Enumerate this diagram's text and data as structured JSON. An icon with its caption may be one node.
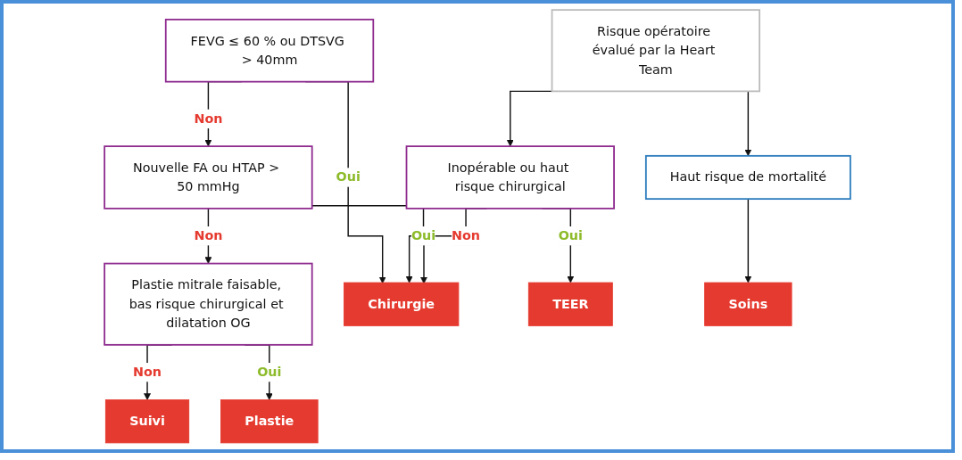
{
  "diagram": {
    "nodes": [
      {
        "text": [
          "FEVG ≤ 60 % ou DTSVG > 40mm"
        ]
      },
      {
        "text": [
          "Risque opératoire évalué par la Heart Team"
        ]
      },
      {
        "text": [
          "Nouvelle FA ou HTAP > 50 mmHg"
        ]
      },
      {
        "text": [
          "Inopérable ou haut risque chirurgical"
        ]
      },
      {
        "text": [
          "Haut risque de mortalité"
        ]
      },
      {
        "text": [
          "Plastie mitrale faisable, bas risque chirurgical et dilatation OG"
        ]
      },
      {
        "text": [
          "Suivi"
        ]
      },
      {
        "text": [
          "Plastie"
        ]
      },
      {
        "text": [
          "Chirurgie"
        ]
      },
      {
        "text": [
          "TEER"
        ]
      },
      {
        "text": [
          "Soins"
        ]
      }
    ],
    "edges": [
      {
        "from": 0,
        "to": 2,
        "arrow": "to",
        "label": "Non"
      },
      {
        "from": 0,
        "to": 8,
        "arrow": "to",
        "label": "Oui"
      },
      {
        "from": 1,
        "to": 3,
        "arrow": "to"
      },
      {
        "from": 1,
        "to": 4,
        "arrow": "to"
      },
      {
        "from": 2,
        "to": 8,
        "arrow": "to",
        "label": "Oui"
      },
      {
        "from": 2,
        "to": 5,
        "arrow": "to",
        "label": "Non"
      },
      {
        "from": 3,
        "to": 8,
        "arrow": "to",
        "label": "Non"
      },
      {
        "from": 3,
        "to": 9,
        "arrow": "to",
        "label": "Oui"
      },
      {
        "from": 4,
        "to": 10,
        "arrow": "to"
      },
      {
        "from": 5,
        "to": 6,
        "arrow": "to",
        "label": "Non"
      },
      {
        "from": 5,
        "to": 7,
        "arrow": "to",
        "label": "Oui"
      }
    ]
  }
}
